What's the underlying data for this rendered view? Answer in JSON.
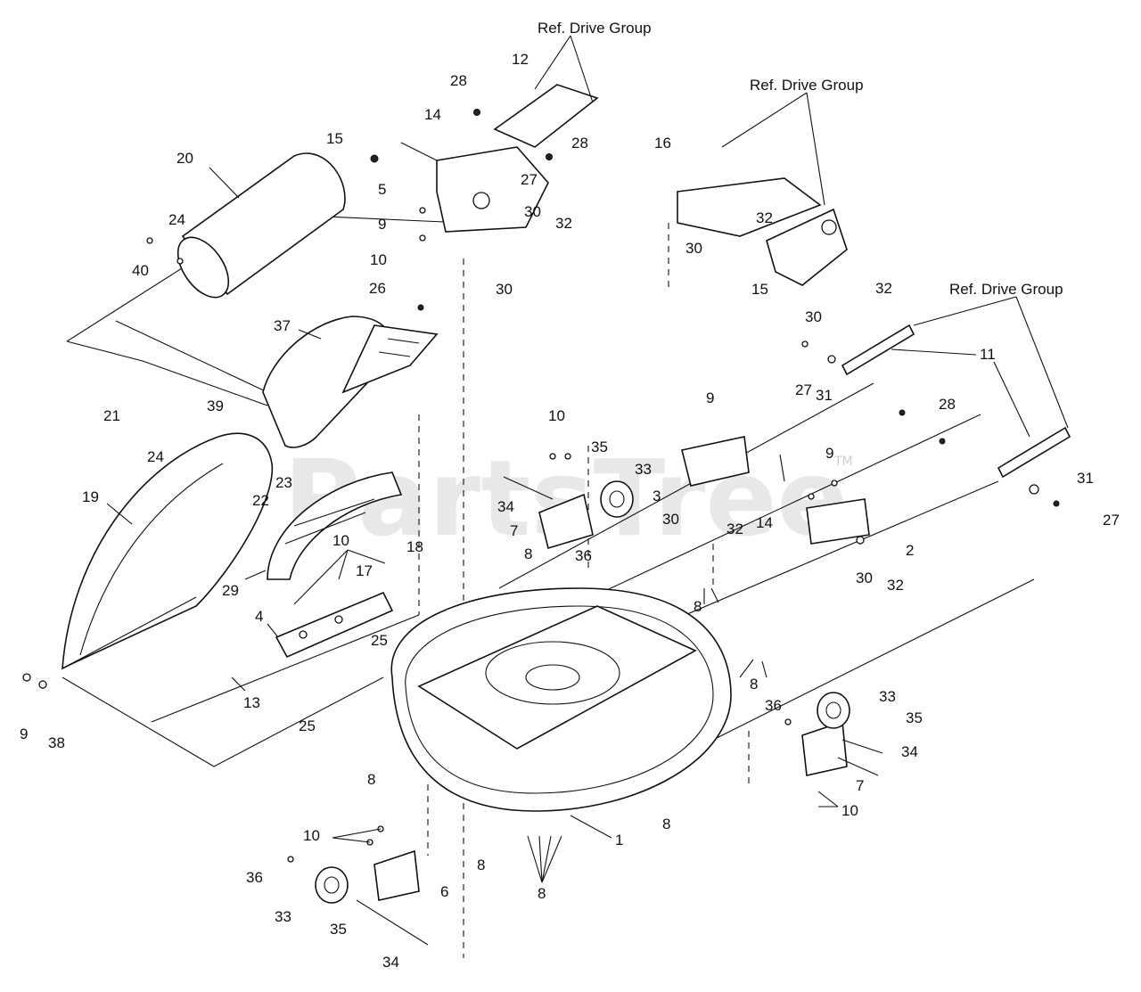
{
  "watermark": {
    "text": "PartsTree",
    "trademark": "TM"
  },
  "references": [
    "Ref. Drive Group",
    "Ref. Drive Group",
    "Ref. Drive Group"
  ],
  "callouts": [
    "28",
    "12",
    "14",
    "15",
    "28",
    "27",
    "20",
    "5",
    "9",
    "30",
    "32",
    "24",
    "40",
    "30",
    "10",
    "26",
    "37",
    "21",
    "39",
    "24",
    "22",
    "23",
    "19",
    "10",
    "35",
    "33",
    "34",
    "7",
    "36",
    "8",
    "10",
    "18",
    "17",
    "29",
    "4",
    "25",
    "13",
    "9",
    "38",
    "25",
    "8",
    "16",
    "32",
    "30",
    "15",
    "32",
    "30",
    "27",
    "31",
    "11",
    "28",
    "9",
    "3",
    "30",
    "32",
    "14",
    "9",
    "31",
    "27",
    "2",
    "30",
    "32",
    "8",
    "8",
    "36",
    "33",
    "35",
    "34",
    "7",
    "10",
    "8",
    "1",
    "10",
    "36",
    "33",
    "35",
    "34",
    "6",
    "8",
    "8"
  ]
}
